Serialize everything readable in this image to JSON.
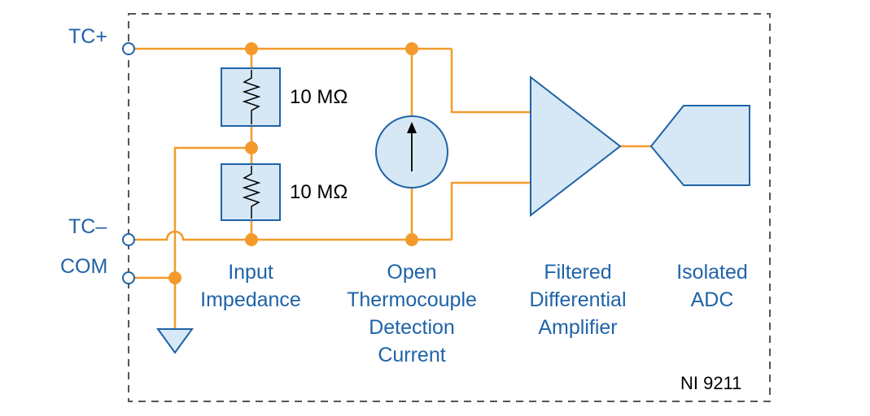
{
  "pins": {
    "tc_plus": "TC+",
    "tc_minus": "TC–",
    "com": "COM"
  },
  "resistors": {
    "top": "10 MΩ",
    "bottom": "10 MΩ"
  },
  "blocks": {
    "input_impedance": [
      "Input",
      "Impedance"
    ],
    "open_tc_current": [
      "Open",
      "Thermocouple",
      "Detection",
      "Current"
    ],
    "amplifier": [
      "Filtered",
      "Differential",
      "Amplifier"
    ],
    "adc": [
      "Isolated",
      "ADC"
    ]
  },
  "module_name": "NI 9211",
  "colors": {
    "wire": "#f39a2b",
    "junction": "#f39a2b",
    "component_fill": "#d6e8f5",
    "component_stroke": "#1f63a8",
    "label_text": "#1f63a8",
    "border": "#555555"
  }
}
